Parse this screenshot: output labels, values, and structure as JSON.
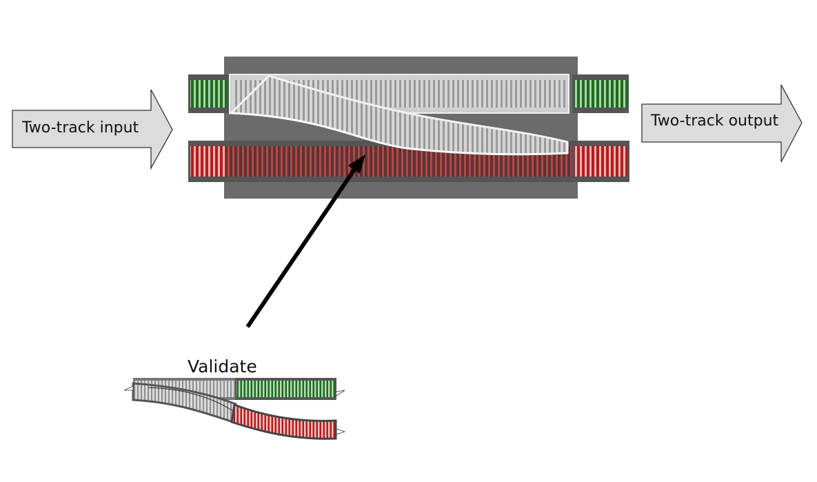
{
  "input_arrow": {
    "label": "Two-track input"
  },
  "output_arrow": {
    "label": "Two-track output"
  },
  "validate": {
    "label": "Validate"
  },
  "colors": {
    "background": "#ffffff",
    "panel": "#6b6b6b",
    "track_gray": "#b9b9b9",
    "track_green": "#2f8a2f",
    "track_red": "#d42a2a",
    "arrow_fill": "#dcdcdc",
    "pointer": "#000000"
  },
  "icons": {
    "input": "right-arrow-icon",
    "output": "right-arrow-icon",
    "pointer": "pointer-arrow-icon"
  }
}
